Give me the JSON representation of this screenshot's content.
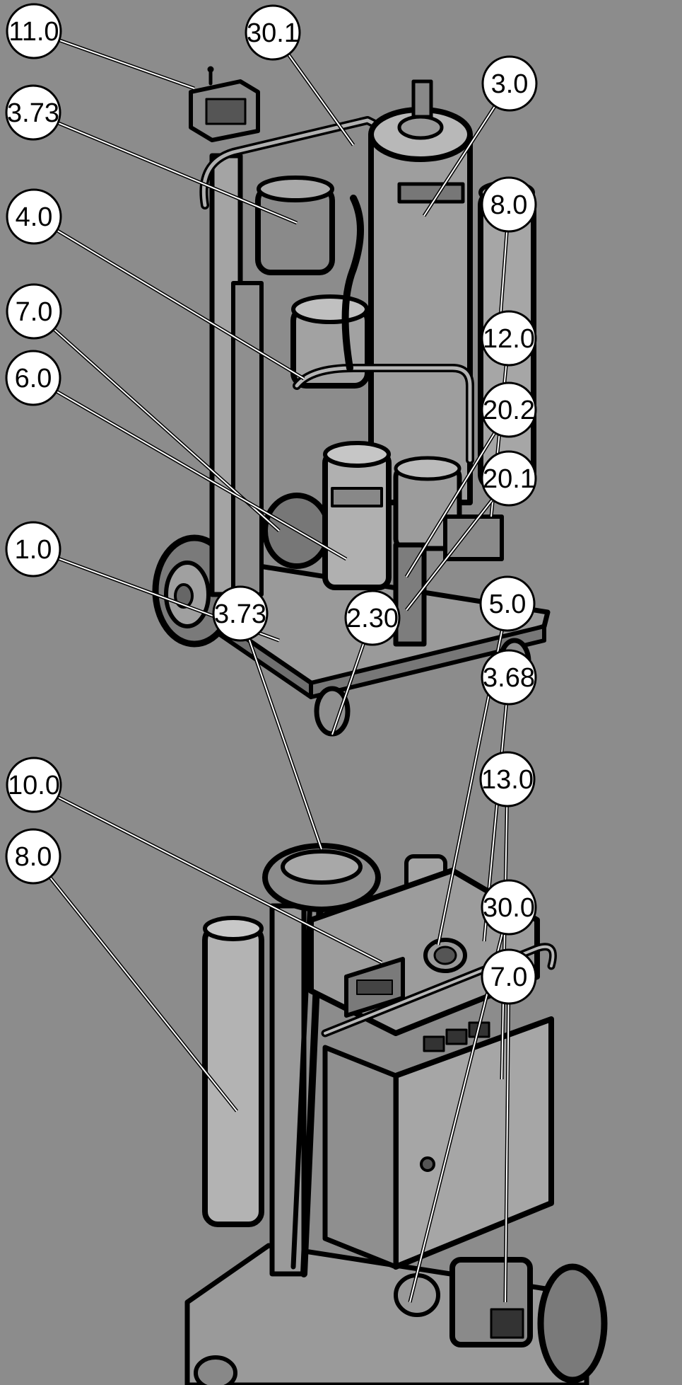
{
  "background": "#8c8c8c",
  "callouts": [
    {
      "id": "c-11-0",
      "text": "11.0"
    },
    {
      "id": "c-30-1",
      "text": "30.1"
    },
    {
      "id": "c-3-0",
      "text": "3.0"
    },
    {
      "id": "c-3-73-top",
      "text": "3.73"
    },
    {
      "id": "c-8-0-top",
      "text": "8.0"
    },
    {
      "id": "c-4-0",
      "text": "4.0"
    },
    {
      "id": "c-7-0-top",
      "text": "7.0"
    },
    {
      "id": "c-12-0",
      "text": "12.0"
    },
    {
      "id": "c-6-0",
      "text": "6.0"
    },
    {
      "id": "c-20-2",
      "text": "20.2"
    },
    {
      "id": "c-20-1",
      "text": "20.1"
    },
    {
      "id": "c-1-0",
      "text": "1.0"
    },
    {
      "id": "c-2-30",
      "text": "2.30"
    },
    {
      "id": "c-3-73-bottom",
      "text": "3.73"
    },
    {
      "id": "c-5-0",
      "text": "5.0"
    },
    {
      "id": "c-3-68",
      "text": "3.68"
    },
    {
      "id": "c-10-0",
      "text": "10.0"
    },
    {
      "id": "c-13-0",
      "text": "13.0"
    },
    {
      "id": "c-8-0-bottom",
      "text": "8.0"
    },
    {
      "id": "c-30-0",
      "text": "30.0"
    },
    {
      "id": "c-7-0-bottom",
      "text": "7.0"
    }
  ]
}
